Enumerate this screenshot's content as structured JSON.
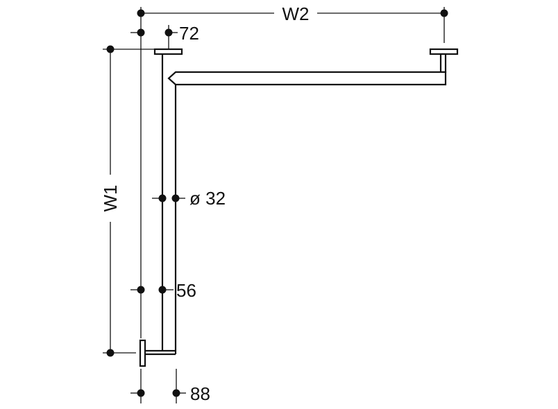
{
  "labels": {
    "w2": "W2",
    "w1": "W1",
    "d72": "72",
    "d32": "ø 32",
    "d56": "56",
    "d88": "88"
  },
  "colors": {
    "line": "#111111",
    "background": "#ffffff"
  }
}
